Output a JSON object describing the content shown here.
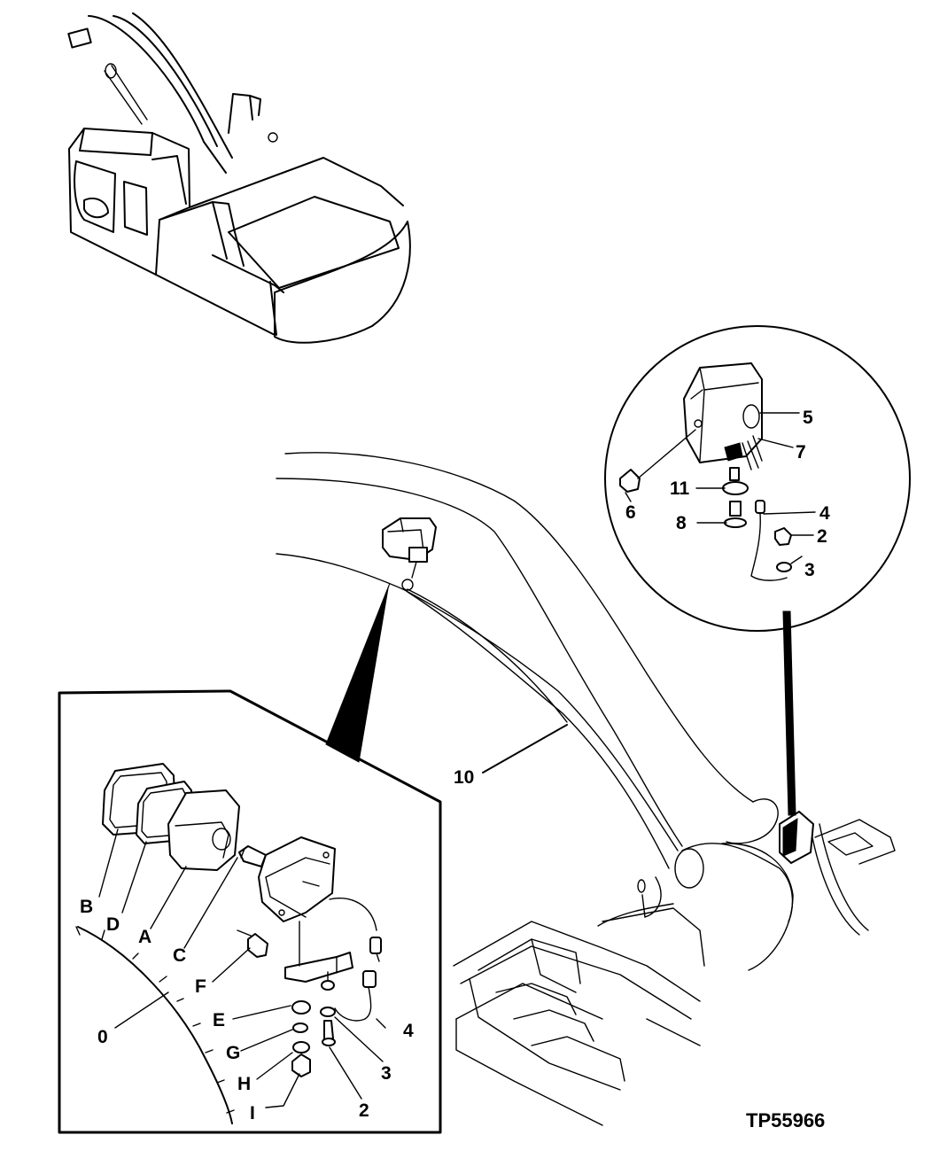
{
  "figure_code": "TP55966",
  "callouts_detail": [
    "B",
    "D",
    "A",
    "C",
    "F",
    "E",
    "G",
    "H",
    "I",
    "0",
    "4",
    "3",
    "2"
  ],
  "callouts_inset": [
    "5",
    "7",
    "6",
    "11",
    "4",
    "8",
    "2",
    "3"
  ],
  "callouts_main": [
    "10"
  ],
  "labels": {
    "B": "B",
    "D": "D",
    "A": "A",
    "C": "C",
    "F": "F",
    "E": "E",
    "G": "G",
    "H": "H",
    "I": "I",
    "zero": "0",
    "d4": "4",
    "d3": "3",
    "d2": "2",
    "i5": "5",
    "i7": "7",
    "i6": "6",
    "i11": "11",
    "i4": "4",
    "i8": "8",
    "i2": "2",
    "i3": "3",
    "m10": "10"
  }
}
